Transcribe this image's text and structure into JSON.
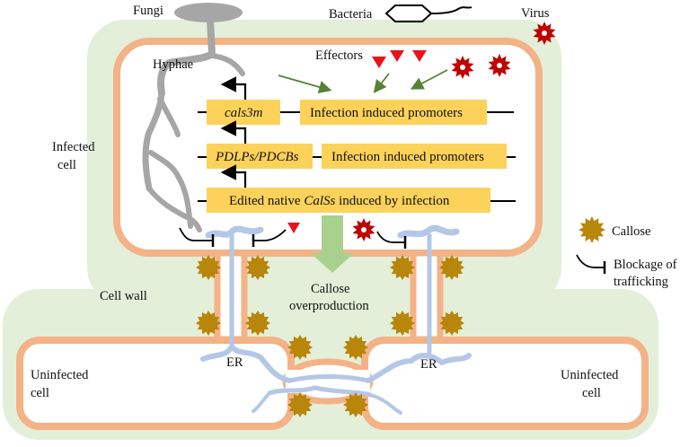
{
  "labels": {
    "fungi": "Fungi",
    "bacteria": "Bacteria",
    "virus": "Virus",
    "hyphae": "Hyphae",
    "effectors": "Effectors",
    "infected_cell_line1": "Infected",
    "infected_cell_line2": "cell",
    "cell_wall": "Cell wall",
    "callose_over_line1": "Callose",
    "callose_over_line2": "overproduction",
    "er_left": "ER",
    "er_right": "ER",
    "uninfected_left_line1": "Uninfected",
    "uninfected_left_line2": "cell",
    "uninfected_right_line1": "Uninfected",
    "uninfected_right_line2": "cell"
  },
  "genes": {
    "cals3m": "cals3m",
    "promoter1": "Infection induced promoters",
    "pdlps": "PDLPs/PDCBs",
    "promoter2": "Infection induced promoters",
    "edited_pre": "Edited native ",
    "edited_ital": "CalSs",
    "edited_post": " induced by infection"
  },
  "legend": {
    "callose": "Callose",
    "blockage_line1": "Blockage of",
    "blockage_line2": "trafficking"
  },
  "colors": {
    "infected_bg": "#e3efd9",
    "wall": "#f4b287",
    "gene_box": "#fcd25a",
    "callose": "#b8860b",
    "er": "#b4c7e7",
    "hyphae": "#a6a6a6",
    "effector": "#e8141b",
    "virus": "#c00000",
    "arrow_green": "#548235",
    "big_arrow": "#a9d18e"
  }
}
